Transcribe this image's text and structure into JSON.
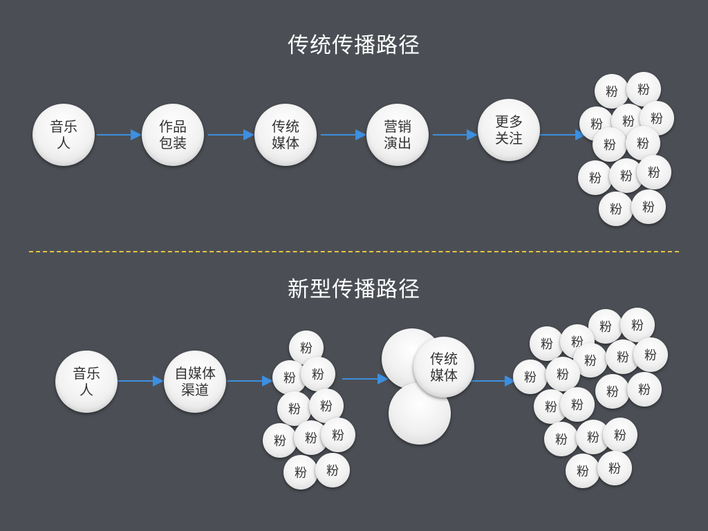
{
  "top_title": "传统传播路径",
  "bottom_title": "新型传播路径",
  "fan_label": "粉",
  "top_flow": [
    {
      "label": "音乐\n人"
    },
    {
      "label": "作品\n包装"
    },
    {
      "label": "传统\n媒体"
    },
    {
      "label": "营销\n演出"
    },
    {
      "label": "更多\n关注"
    }
  ],
  "bottom_flow": [
    {
      "label": "音乐\n人"
    },
    {
      "label": "自媒体\n渠道"
    },
    {
      "label": "传统\n媒体"
    }
  ],
  "colors": {
    "background": "#4b4f55",
    "arrow": "#3d8fe0",
    "divider": "#e7c440",
    "node_text": "#333333"
  }
}
